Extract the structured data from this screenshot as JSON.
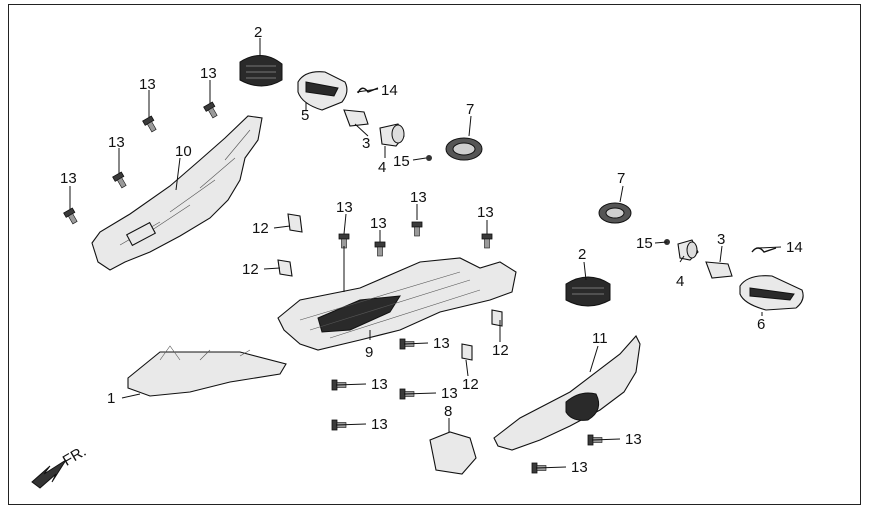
{
  "callouts": {
    "c2a": "2",
    "c13a": "13",
    "c13b": "13",
    "c14a": "14",
    "c5": "5",
    "c3a": "3",
    "c7a": "7",
    "c4a": "4",
    "c15a": "15",
    "c13c": "13",
    "c10": "10",
    "c13d": "13",
    "c13e": "13",
    "c13f": "13",
    "c13g": "13",
    "c12a": "12",
    "c12b": "12",
    "c7b": "7",
    "c15b": "15",
    "c3b": "3",
    "c14b": "14",
    "c2b": "2",
    "c4b": "4",
    "c6": "6",
    "c9": "9",
    "c13h": "13",
    "c12c": "12",
    "c11": "11",
    "c1": "1",
    "c13i": "13",
    "c13j": "13",
    "c12d": "12",
    "c13k": "13",
    "c8": "8",
    "c13l": "13",
    "c13m": "13"
  },
  "front_indicator": "FR."
}
